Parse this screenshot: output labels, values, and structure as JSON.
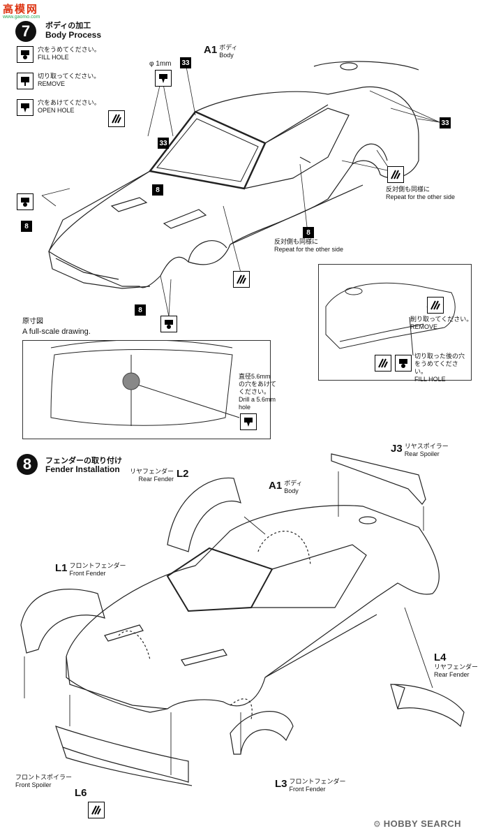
{
  "header": {
    "logo_text": "高模网",
    "logo_site": "www.gaomo.com"
  },
  "step7": {
    "number": "7",
    "title_jp": "ボディの加工",
    "title_en": "Body Process",
    "legend": [
      {
        "icon": "fill-hole-icon",
        "jp": "穴をうめてください。",
        "en": "FILL HOLE"
      },
      {
        "icon": "remove-icon",
        "jp": "切り取ってください。",
        "en": "REMOVE"
      },
      {
        "icon": "open-hole-icon",
        "jp": "穴をあけてください。",
        "en": "OPEN HOLE"
      }
    ],
    "part_a1": {
      "code": "A1",
      "jp": "ボディ",
      "en": "Body"
    },
    "drill_label": "φ 1mm",
    "num_33": "33",
    "num_8": "8",
    "repeat_jp": "反対側も同様に",
    "repeat_en": "Repeat for the other side",
    "repeat2_jp": "反対側も同様に",
    "repeat2_en": "Repeat for the other side",
    "inset_remove_jp": "削り取ってください。",
    "inset_remove_en": "REMOVE",
    "inset_fill_jp": "切り取った後の穴をうめてください。",
    "inset_fill_en": "FILL HOLE",
    "fullscale_jp": "原寸図",
    "fullscale_en": "A full-scale drawing.",
    "drill_note_jp": "直径5.6mmの穴をあけてください。",
    "drill_note_en": "Drill a 5.6mm hole"
  },
  "step8": {
    "number": "8",
    "title_jp": "フェンダーの取り付け",
    "title_en": "Fender Installation",
    "parts": [
      {
        "code": "L2",
        "jp": "リヤフェンダー",
        "en": "Rear Fender"
      },
      {
        "code": "A1",
        "jp": "ボディ",
        "en": "Body"
      },
      {
        "code": "J3",
        "jp": "リヤスポイラー",
        "en": "Rear Spoiler"
      },
      {
        "code": "L1",
        "jp": "フロントフェンダー",
        "en": "Front Fender"
      },
      {
        "code": "L4",
        "jp": "リヤフェンダー",
        "en": "Rear Fender"
      },
      {
        "code": "L6",
        "jp": "フロントスポイラー",
        "en": "Front Spoiler"
      },
      {
        "code": "L3",
        "jp": "フロントフェンダー",
        "en": "Front Fender"
      }
    ]
  },
  "footer": {
    "brand": "HOBBY SEARCH"
  }
}
